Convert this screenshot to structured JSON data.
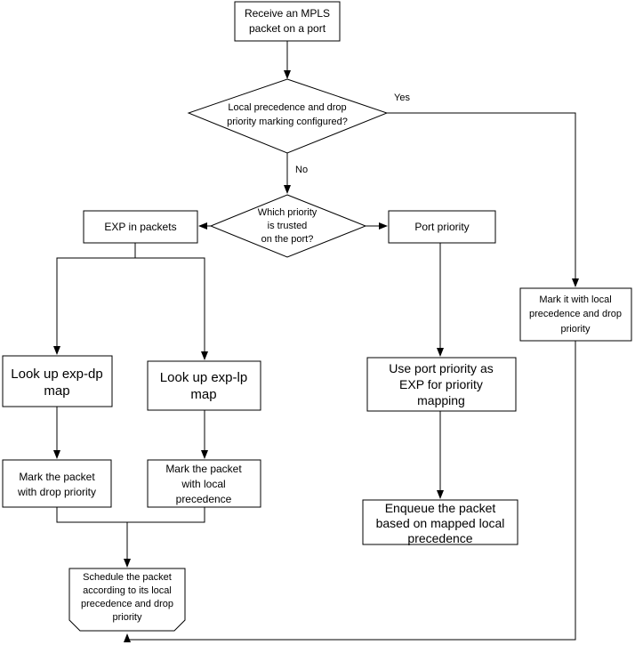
{
  "flow": {
    "start": [
      "Receive an MPLS",
      "packet on a port"
    ],
    "decision_configured": [
      "Local precedence and drop",
      "priority marking configured?"
    ],
    "yes": "Yes",
    "no": "No",
    "decision_trust": [
      "Which priority",
      "is trusted",
      "on the port?"
    ],
    "exp_in_packets": "EXP in packets",
    "port_priority": "Port priority",
    "mark_local": [
      "Mark it with local",
      "precedence and drop",
      "priority"
    ],
    "lookup_dp": [
      "Look up exp-dp",
      "map"
    ],
    "lookup_lp": [
      "Look up exp-lp",
      "map"
    ],
    "use_port_priority": [
      "Use port priority as",
      "EXP for priority",
      "mapping"
    ],
    "mark_drop": [
      "Mark the packet",
      "with  drop priority"
    ],
    "mark_local_prec": [
      "Mark the packet",
      "with   local",
      "precedence"
    ],
    "enqueue": [
      "Enqueue the packet",
      "based on mapped local",
      "precedence"
    ],
    "schedule": [
      "Schedule the packet",
      "according to its local",
      "precedence and drop",
      "priority"
    ]
  }
}
